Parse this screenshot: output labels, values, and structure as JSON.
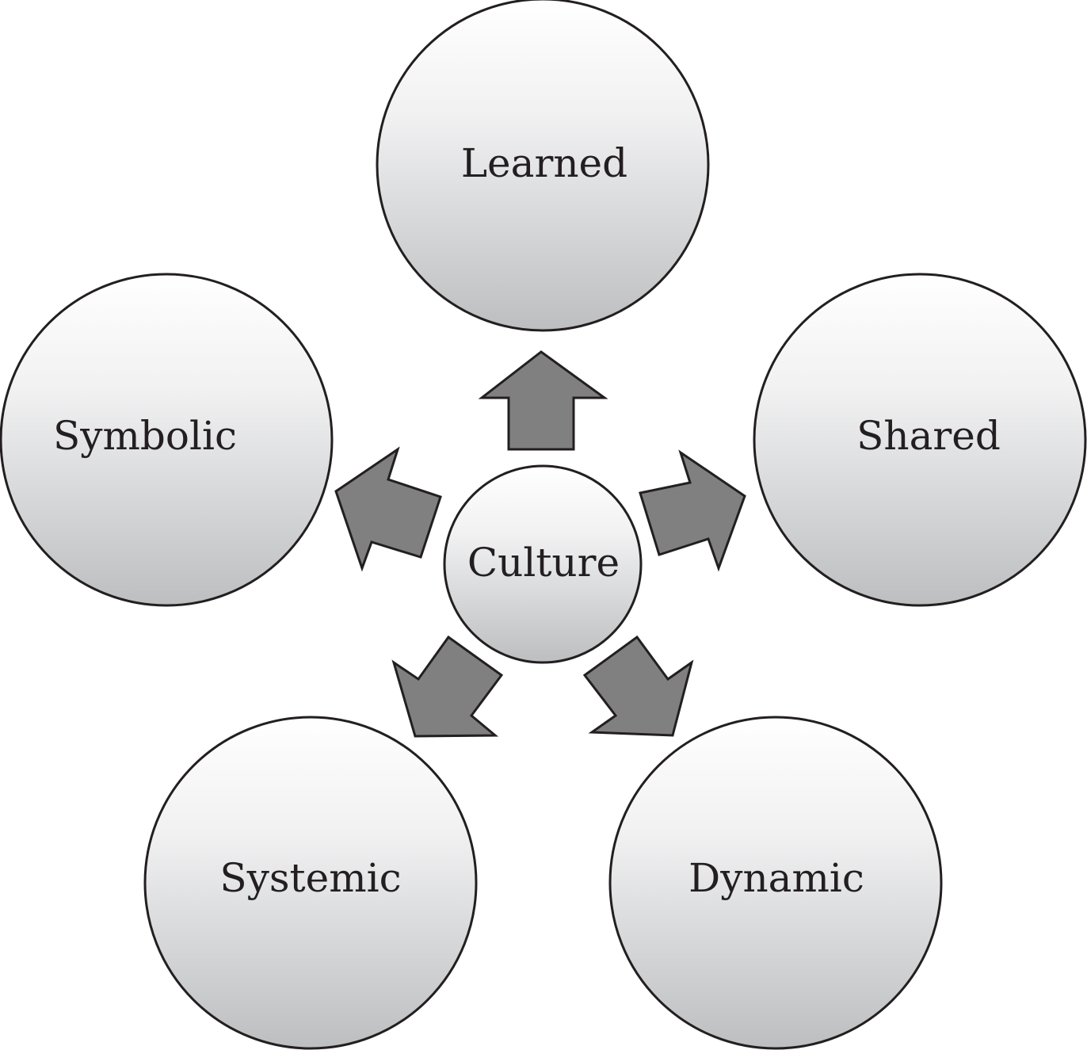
{
  "diagram": {
    "center": {
      "label": "Culture"
    },
    "nodes": [
      {
        "id": "learned",
        "label": "Learned"
      },
      {
        "id": "shared",
        "label": "Shared"
      },
      {
        "id": "dynamic",
        "label": "Dynamic"
      },
      {
        "id": "systemic",
        "label": "Systemic"
      },
      {
        "id": "symbolic",
        "label": "Symbolic"
      }
    ]
  },
  "colors": {
    "arrow_fill": "#808080",
    "circle_gradient_top": "#ffffff",
    "circle_gradient_bottom": "#bcbec0",
    "outline": "#231f20"
  }
}
